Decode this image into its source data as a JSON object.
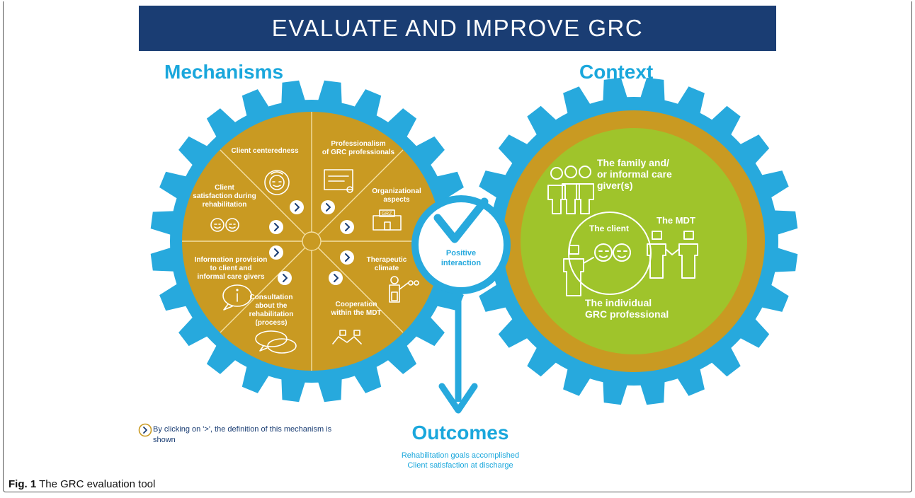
{
  "title": "EVALUATE AND IMPROVE GRC",
  "mechanisms_heading": "Mechanisms",
  "context_heading": "Context",
  "center": {
    "line1": "Positive",
    "line2": "interaction"
  },
  "mechanisms": {
    "client_centeredness": "Client centeredness",
    "professionalism": [
      "Professionalism",
      "of GRC professionals"
    ],
    "organizational": [
      "Organizational",
      "aspects"
    ],
    "grz_label": "GRZ",
    "therapeutic": [
      "Therapeutic",
      "climate"
    ],
    "cooperation": [
      "Cooperation",
      "within the MDT"
    ],
    "consultation": [
      "Consultation",
      "about the",
      "rehabilitation",
      "(process)"
    ],
    "information": [
      "Information provision",
      "to client and",
      "informal care givers"
    ],
    "satisfaction": [
      "Client",
      "satisfaction during",
      "rehabilitation"
    ]
  },
  "context": {
    "family": [
      "The family and/",
      "or informal care",
      "giver(s)"
    ],
    "mdt": "The MDT",
    "client": "The client",
    "professional": [
      "The individual",
      "GRC professional"
    ]
  },
  "legend": "By clicking on '>', the definition of this mechanism is shown",
  "outcomes": {
    "title": "Outcomes",
    "items": [
      "Rehabilitation goals accomplished",
      "Client satisfaction at discharge"
    ]
  },
  "caption": {
    "label": "Fig. 1",
    "text": "The GRC evaluation tool"
  },
  "colors": {
    "gear_blue": "#27a9dd",
    "mustard": "#c99a22",
    "lime": "#9fc42b",
    "navy": "#1a3d73"
  }
}
